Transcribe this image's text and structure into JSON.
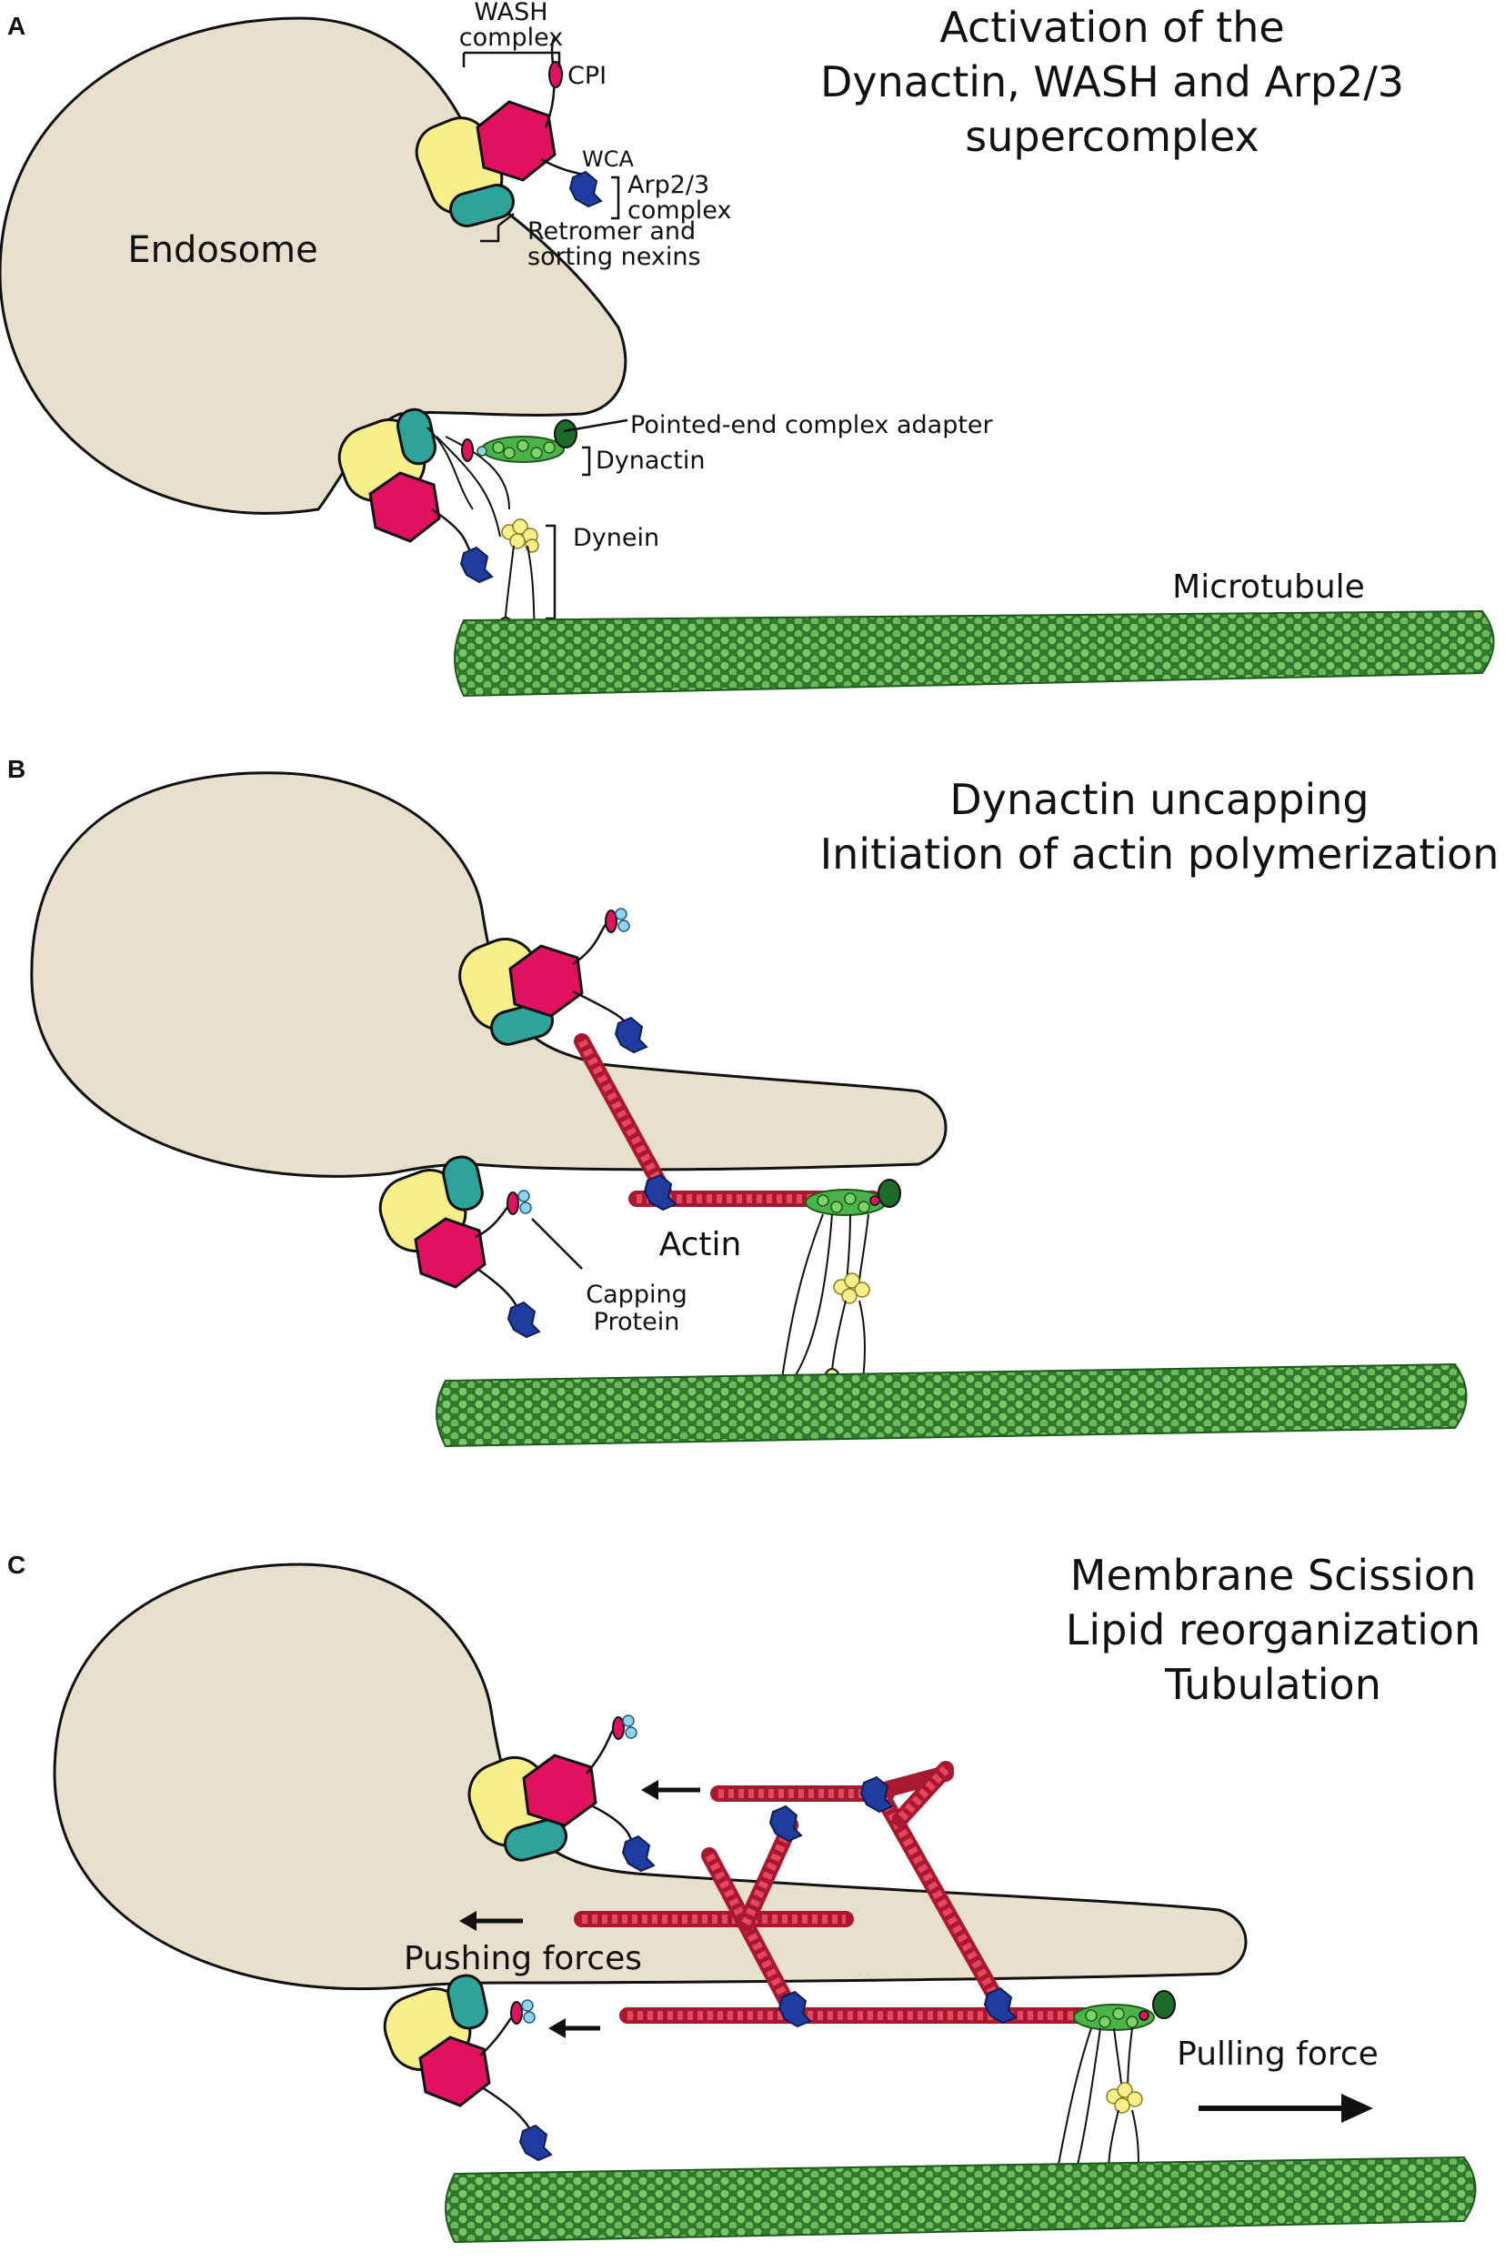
{
  "panels": [
    {
      "letter": "A",
      "title": [
        "Activation of the",
        "Dynactin, WASH and Arp2/3",
        "supercomplex"
      ],
      "labels": {
        "endosome": "Endosome",
        "wash": [
          "WASH",
          "complex"
        ],
        "cpi": "CPI",
        "wca": "WCA",
        "arp": [
          "Arp2/3",
          "complex"
        ],
        "retromer": [
          "Retromer and",
          "sorting nexins"
        ],
        "pointed": "Pointed-end complex adapter",
        "dynactin": "Dynactin",
        "dynein": "Dynein",
        "microtubule": "Microtubule"
      }
    },
    {
      "letter": "B",
      "title": [
        "Dynactin uncapping",
        "Initiation of actin polymerization"
      ],
      "labels": {
        "actin": "Actin",
        "capping": [
          "Capping",
          "Protein"
        ]
      }
    },
    {
      "letter": "C",
      "title": [
        "Membrane Scission",
        "Lipid reorganization",
        "Tubulation"
      ],
      "labels": {
        "pushing": "Pushing forces",
        "pulling": "Pulling force"
      }
    }
  ],
  "colors": {
    "membrane": "#e8dfcc",
    "wash_hexagon": "#e0115f",
    "retromer_yellow": "#f7ef8a",
    "retromer_teal": "#2ea39a",
    "arp23": "#1f3c9e",
    "actin_light": "#e8455f",
    "actin_dark": "#a8182f",
    "microtubule_light": "#7cc66a",
    "microtubule_dark": "#2f7a2c",
    "dynactin": "#4cb24a",
    "pointed_end": "#1d6b2b",
    "capping_protein": "#8fd3f0"
  }
}
